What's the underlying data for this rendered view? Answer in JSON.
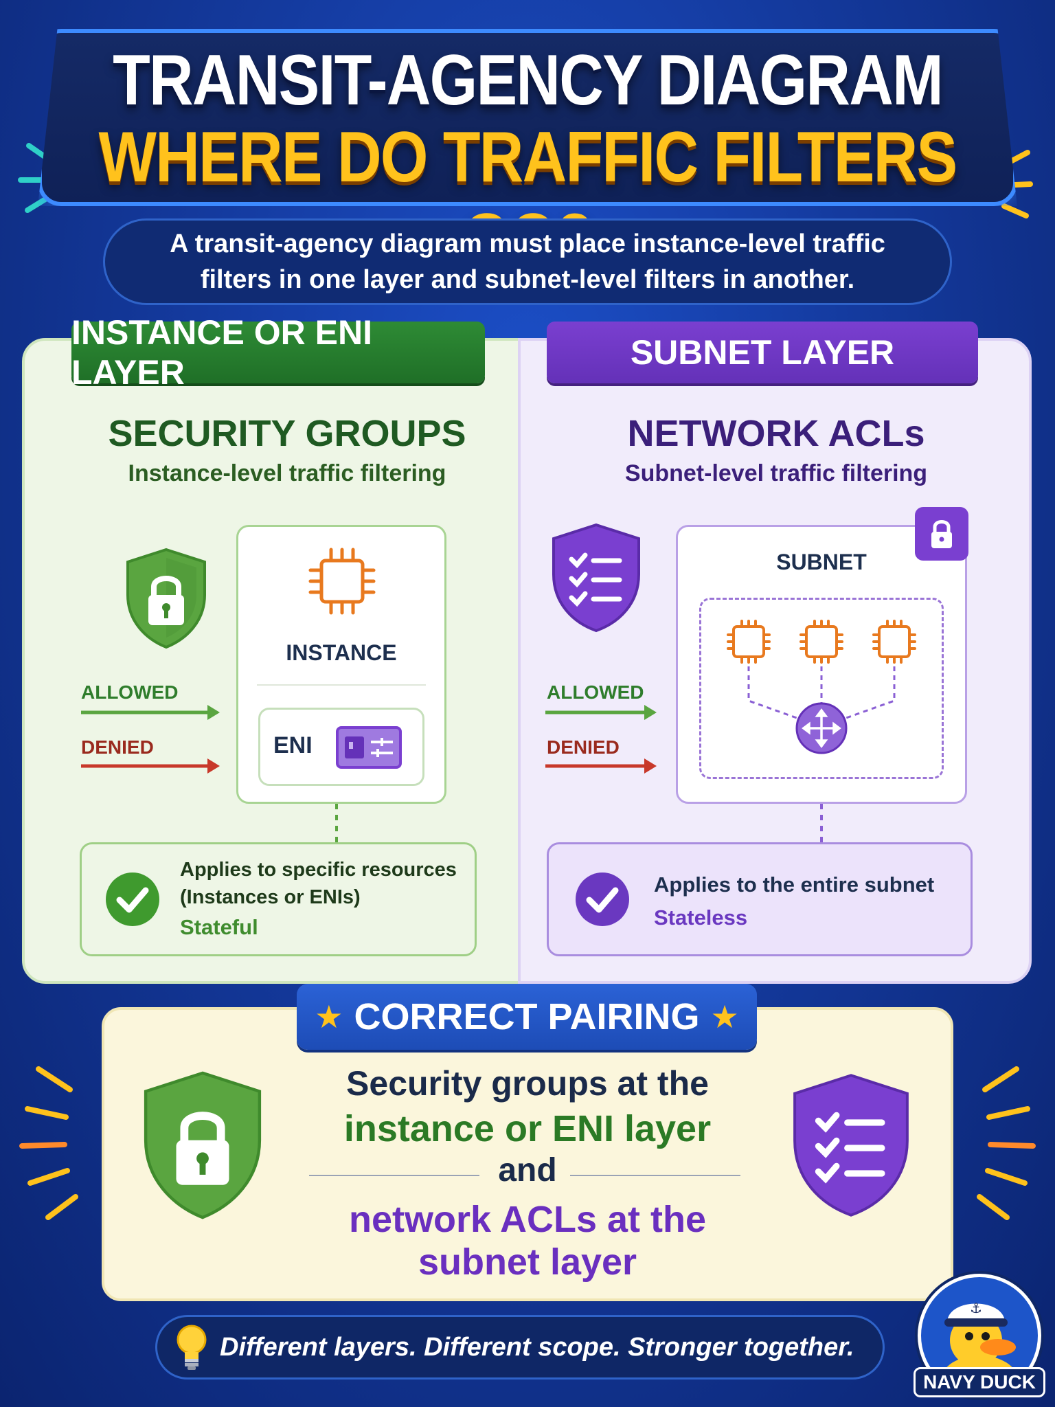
{
  "title": {
    "line1": "TRANSIT-AGENCY DIAGRAM",
    "line2": "WHERE DO TRAFFIC FILTERS GO?"
  },
  "subtitle": "A transit-agency diagram must place instance-level traffic filters in one layer and subnet-level filters in another.",
  "left_panel": {
    "tag": "INSTANCE OR ENI LAYER",
    "heading": "SECURITY GROUPS",
    "subheading": "Instance-level traffic filtering",
    "allowed": "ALLOWED",
    "denied": "DENIED",
    "instance_label": "INSTANCE",
    "eni_label": "ENI",
    "info_line1": "Applies to specific resources (Instances or ENIs)",
    "info_line2": "Stateful",
    "icon": "shield-lock-icon",
    "color": "#2e8b35"
  },
  "right_panel": {
    "tag": "SUBNET LAYER",
    "heading": "NETWORK ACLs",
    "subheading": "Subnet-level traffic filtering",
    "allowed": "ALLOWED",
    "denied": "DENIED",
    "subnet_label": "SUBNET",
    "info_line1": "Applies to the entire subnet",
    "info_line2": "Stateless",
    "icon": "shield-checklist-icon",
    "color": "#7a3fd0"
  },
  "pairing": {
    "tag": "CORRECT PAIRING",
    "line1": "Security groups at the",
    "line2": "instance or ENI layer",
    "and": "and",
    "line3": "network ACLs at the",
    "line4": "subnet layer"
  },
  "footer": {
    "text": "Different layers. Different scope. Stronger together.",
    "icon": "lightbulb-icon"
  },
  "mascot": {
    "label": "NAVY DUCK"
  },
  "colors": {
    "allowed": "#5aa540",
    "denied": "#c8382a",
    "chip": "#e8791e",
    "accent_gold": "#ffc21c"
  }
}
